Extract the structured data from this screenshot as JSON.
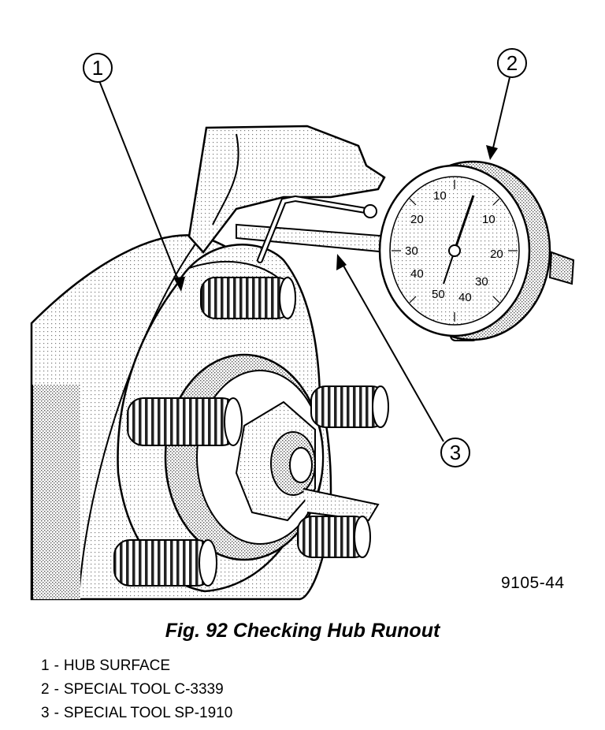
{
  "figure": {
    "code": "9105-44",
    "callouts": [
      "1",
      "2",
      "3"
    ],
    "dial": {
      "top_left": [
        "10",
        "20",
        "30",
        "40",
        "50"
      ],
      "top_right": [
        "10",
        "20",
        "30",
        "40"
      ]
    }
  },
  "caption": "Fig. 92 Checking Hub Runout",
  "legend": [
    {
      "num": "1",
      "text": "HUB SURFACE"
    },
    {
      "num": "2",
      "text": "SPECIAL TOOL C-3339"
    },
    {
      "num": "3",
      "text": "SPECIAL TOOL SP-1910"
    }
  ]
}
